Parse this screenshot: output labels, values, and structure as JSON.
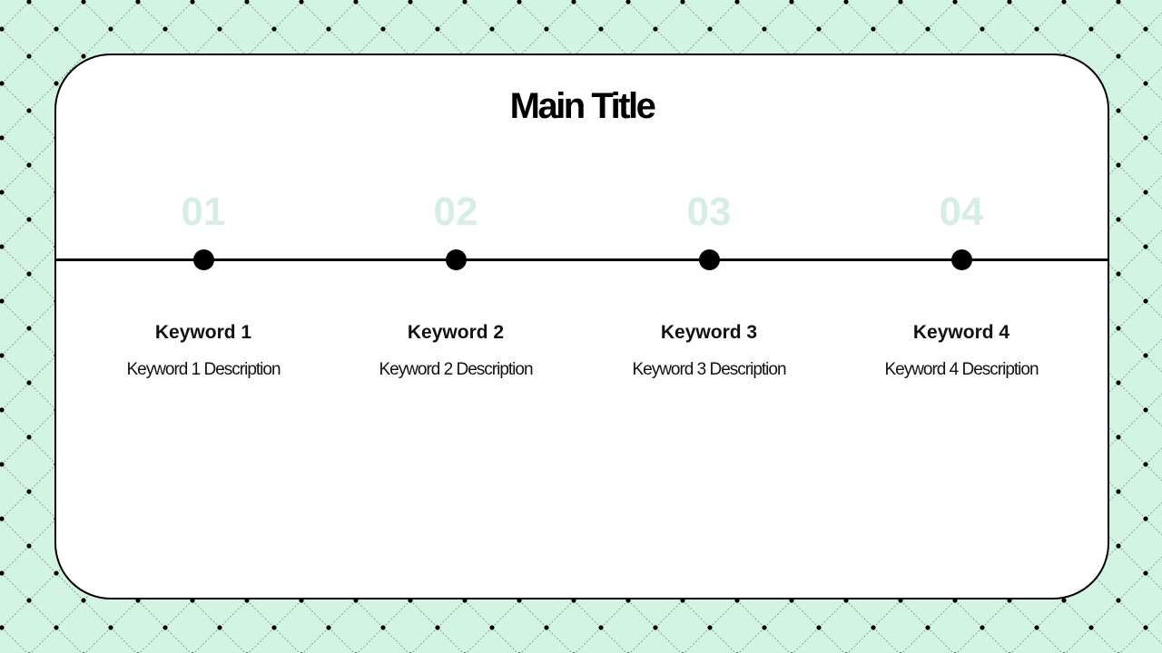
{
  "slide": {
    "title": "Main Title",
    "background_color": "#d3f4e3",
    "number_color": "#d6eee3",
    "steps": [
      {
        "number": "01",
        "keyword": "Keyword 1",
        "description": "Keyword 1 Description"
      },
      {
        "number": "02",
        "keyword": "Keyword 2",
        "description": "Keyword 2 Description"
      },
      {
        "number": "03",
        "keyword": "Keyword 3",
        "description": "Keyword 3 Description"
      },
      {
        "number": "04",
        "keyword": "Keyword 4",
        "description": "Keyword 4 Description"
      }
    ]
  }
}
